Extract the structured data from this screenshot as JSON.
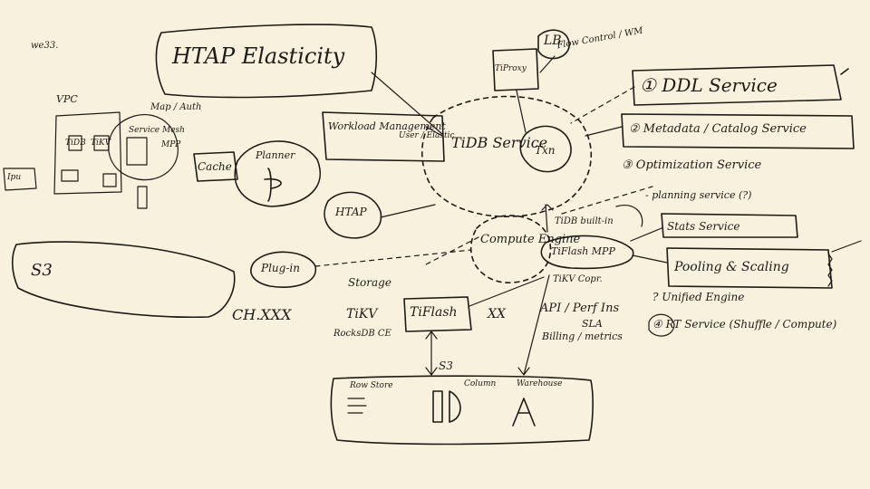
{
  "labels": {
    "web3": "we33.",
    "elasticity": "HTAP Elasticity",
    "lb": "LB",
    "tiproxy": "TiProxy",
    "flow_control": "Flow Control / WM",
    "ddl_service": "① DDL Service",
    "metadata_service": "② Metadata / Catalog Service",
    "optimization_service": "③ Optimization Service",
    "planning_service": "- planning service (?)",
    "stats_service": "Stats Service",
    "pooling": "Pooling & Scaling",
    "unified_engine": "? Unified Engine",
    "rt_service": "④ RT Service (Shuffle / Compute)",
    "tidb_service": "TiDB Service",
    "txn": "Txn",
    "workload": "Workload Management",
    "workload_side": "User / Elastic",
    "vpc": "VPC",
    "map_auth": "Map / Auth",
    "service_mesh": "Service Mesh",
    "mpp": "MPP",
    "tidb_small": "TiDB",
    "tikv_small": "TiKV",
    "cache": "Cache",
    "planner": "Planner",
    "htap": "HTAP",
    "compute_engine": "Compute Engine",
    "tidb_builtin": "TiDB built-in",
    "tiflash_mpp": "TiFlash MPP",
    "tikv_copr": "TiKV Copr.",
    "plugin": "Plug-in",
    "s3_left": "S3",
    "ch_xxx": "CH.XXX",
    "storage": "Storage",
    "tikv": "TiKV",
    "rocksdb": "RocksDB CE",
    "tiflash": "TiFlash",
    "xx": "XX",
    "api": "API / Perf Ins",
    "sla": "SLA",
    "billing": "Billing / metrics",
    "s3_bottom": "S3",
    "row_store": "Row Store",
    "column": "Column",
    "warehouse": "Warehouse",
    "ipu": "Ipu"
  }
}
